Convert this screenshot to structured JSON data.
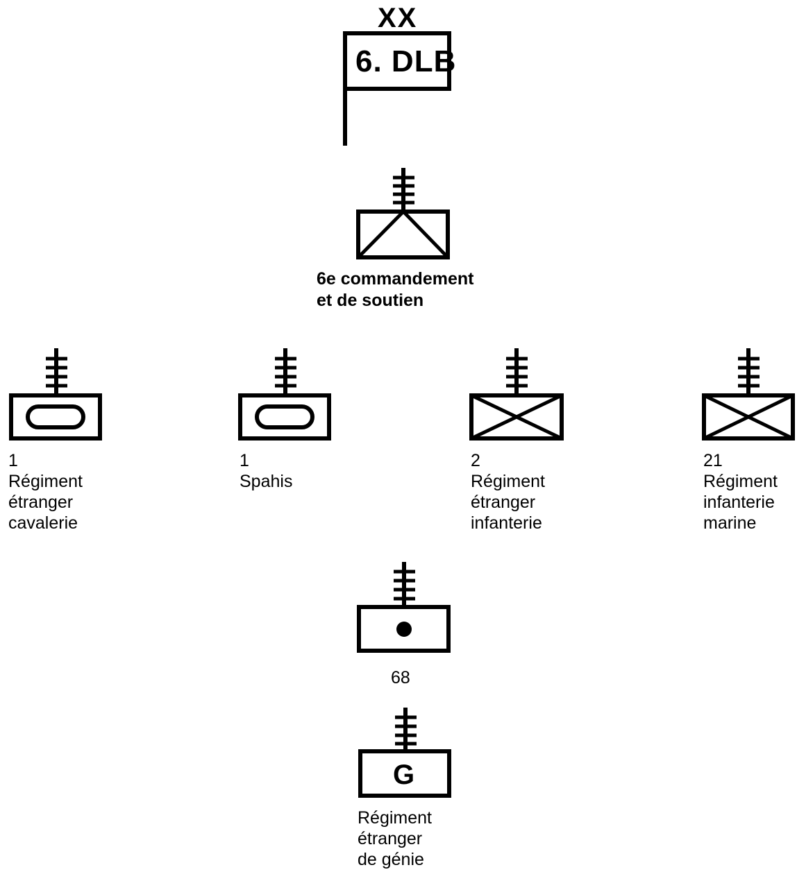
{
  "division": {
    "echelon": "XX",
    "name": "6. DLB"
  },
  "hq": {
    "label_line1": "6e commandement",
    "label_line2": "et de soutien"
  },
  "units": [
    {
      "symbol": "armored-cavalry",
      "lines": [
        "1",
        "Régiment",
        "étranger",
        "cavalerie"
      ]
    },
    {
      "symbol": "armored-cavalry",
      "lines": [
        "1",
        "Spahis"
      ]
    },
    {
      "symbol": "infantry",
      "lines": [
        "2",
        "Régiment",
        "étranger",
        "infanterie"
      ]
    },
    {
      "symbol": "infantry",
      "lines": [
        "21",
        "Régiment",
        "infanterie",
        "marine"
      ]
    }
  ],
  "artillery": {
    "symbol": "artillery",
    "label": "68"
  },
  "engineer": {
    "symbol": "engineer",
    "letter": "G",
    "lines": [
      "Régiment",
      "étranger",
      "de génie"
    ]
  }
}
